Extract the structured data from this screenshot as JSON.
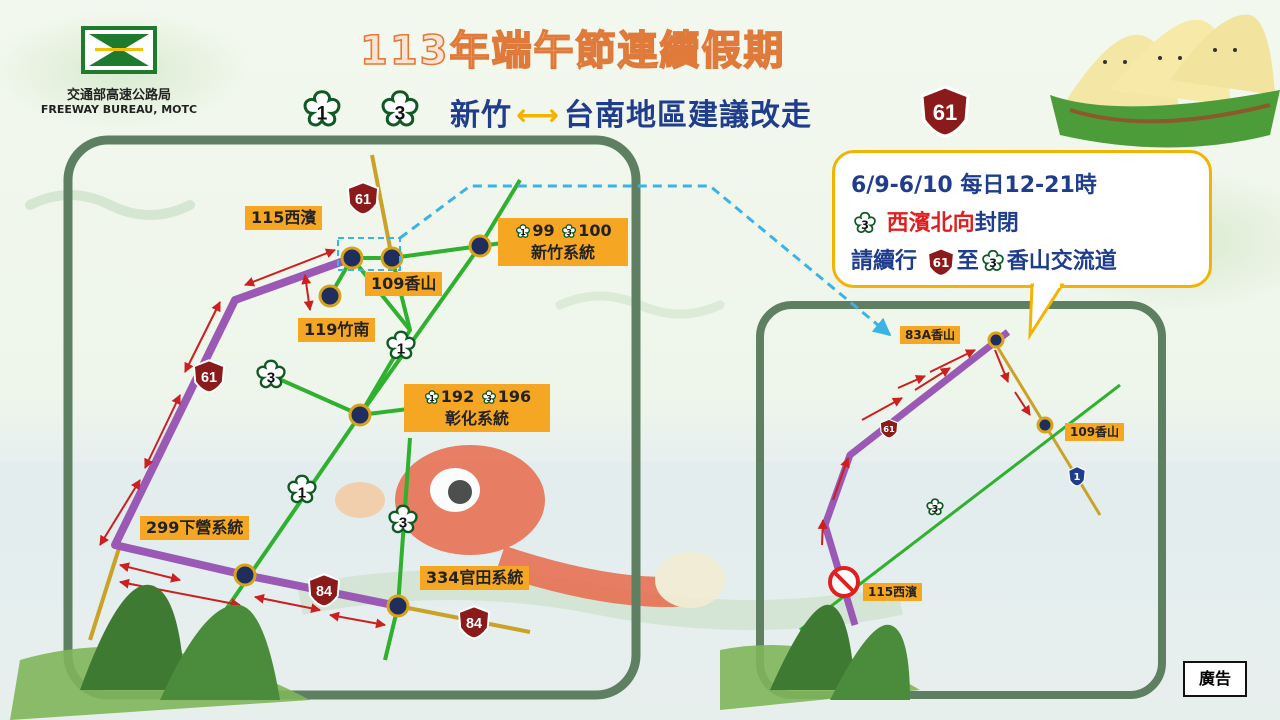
{
  "title": "113年端午節連續假期",
  "subtitle": {
    "route_text": "新竹",
    "arrow": "⟷",
    "route_text2": "台南地區建議改走"
  },
  "logo": {
    "name_zh": "交通部高速公路局",
    "name_en": "FREEWAY BUREAU, MOTC"
  },
  "badges": {
    "freeway_1": "1",
    "freeway_3": "3",
    "provincial_61": "61",
    "provincial_84": "84"
  },
  "main_map": {
    "labels": {
      "xibin": "115西濱",
      "xiangshan": "109香山",
      "zhunan": "119竹南",
      "hsinchu_sys_nums": [
        "99",
        "100"
      ],
      "hsinchu_sys": "新竹系統",
      "changhua_sys_nums": [
        "192",
        "196"
      ],
      "changhua_sys": "彰化系統",
      "xiaying_sys": "299下營系統",
      "guantian_sys": "334官田系統"
    }
  },
  "inset_map": {
    "labels": {
      "xiangshan_83a": "83A香山",
      "xiangshan_109": "109香山",
      "xibin_115": "115西濱"
    }
  },
  "callout": {
    "line1": "6/9-6/10  每日12-21時",
    "line2_red": "西濱北向",
    "line2_tail": "封閉",
    "line3_a": "請續行",
    "line3_b": "至",
    "line3_c": "香山交流道"
  },
  "ad_label": "廣告",
  "colors": {
    "freeway_line": "#2fb02f",
    "provincial_line": "#9b59b6",
    "feeder_line": "#c9a227",
    "label_bg": "#f5a623",
    "frame": "#5e7f62",
    "arrow_red": "#cc1f1f",
    "route_shield": "#8b1a1a",
    "callout_border": "#f2b400"
  }
}
